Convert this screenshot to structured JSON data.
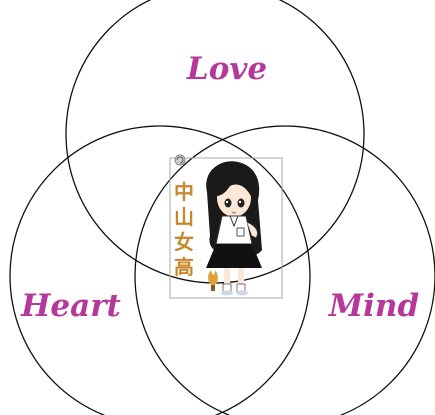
{
  "diagram": {
    "circles": [
      {
        "label": "Love"
      },
      {
        "label": "Heart"
      },
      {
        "label": "Mind"
      }
    ],
    "center_image": {
      "vertical_text": [
        "中",
        "山",
        "女",
        "高"
      ]
    }
  },
  "colors": {
    "label": "#b5399a",
    "circle_stroke": "#111111",
    "calligraphy": "#c8882e",
    "hair": "#1a1a1a",
    "skirt": "#111111",
    "skin": "#fde7d6"
  }
}
